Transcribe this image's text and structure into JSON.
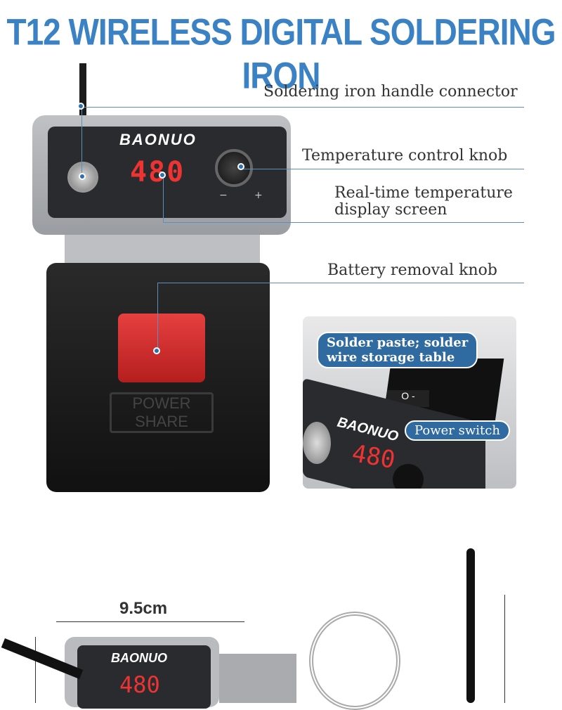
{
  "title": "T12 WIRELESS DIGITAL SOLDERING IRON",
  "callouts": {
    "handle_connector": "Soldering iron handle connector",
    "temp_knob": "Temperature control knob",
    "display_line1": "Real-time temperature",
    "display_line2": "display screen",
    "battery_knob": "Battery removal knob"
  },
  "device": {
    "brand": "BAONUO",
    "display_value": "480",
    "panel_text_line1": "POWER",
    "panel_text_line2": "SHARE",
    "minus": "−",
    "plus": "+"
  },
  "inset": {
    "storage_line1": "Solder paste; solder",
    "storage_line2": "wire storage table",
    "power_switch": "Power switch",
    "switch_mark": "O -",
    "display_value": "480",
    "brand": "BAONUO"
  },
  "dimensions": {
    "width": "9.5cm",
    "brand": "BAONUO",
    "display_value": "480"
  }
}
